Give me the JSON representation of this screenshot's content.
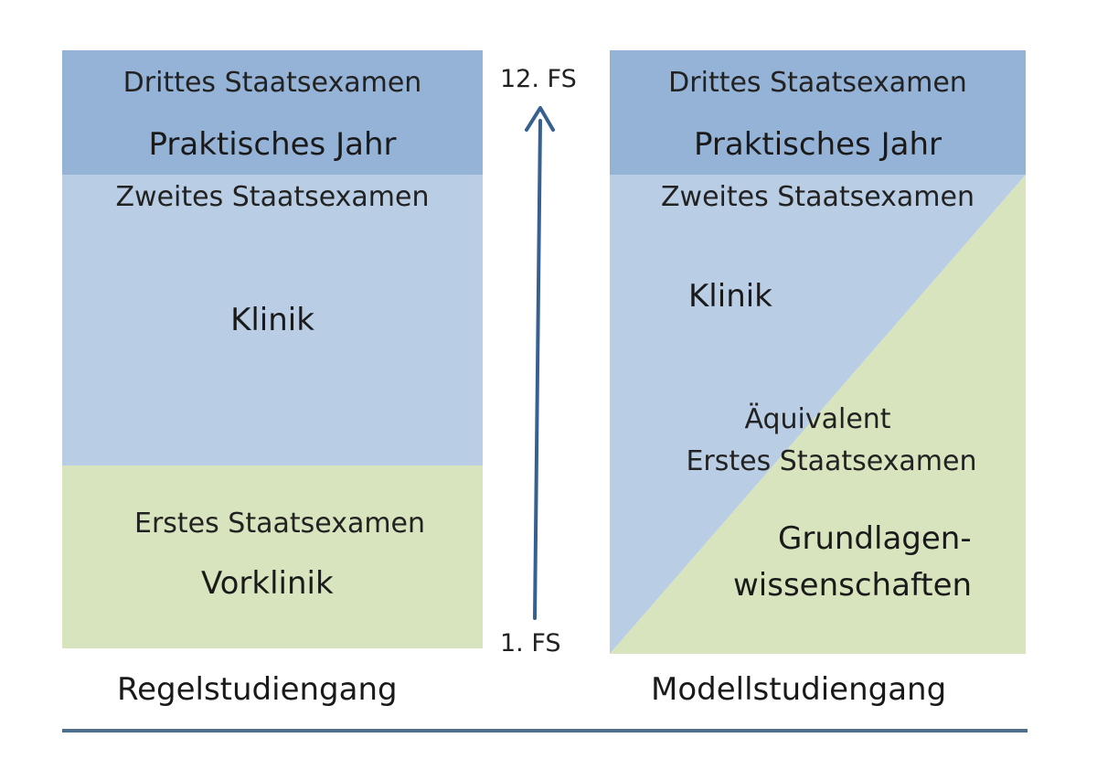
{
  "colors": {
    "pj": "#95b3d7",
    "klinik": "#b9cde5",
    "vorklinik": "#d7e4bd",
    "arrow": "#366092",
    "baseline": "#4f6f8f"
  },
  "regel": {
    "drittes": "Drittes Staatsexamen",
    "pj": "Praktisches Jahr",
    "zweites": "Zweites Staatsexamen",
    "klinik": "Klinik",
    "erstes": "Erstes Staatsexamen",
    "vorklinik": "Vorklinik",
    "caption": "Regelstudiengang"
  },
  "modell": {
    "drittes": "Drittes Staatsexamen",
    "pj": "Praktisches Jahr",
    "zweites": "Zweites Staatsexamen",
    "klinik": "Klinik",
    "aequivalent_line1": "Äquivalent",
    "aequivalent_line2": "Erstes Staatsexamen",
    "grundlagen_line1": "Grundlagen-",
    "grundlagen_line2": "wissenschaften",
    "caption": "Modellstudiengang"
  },
  "timeline": {
    "top_label": "12. FS",
    "bottom_label": "1. FS"
  }
}
